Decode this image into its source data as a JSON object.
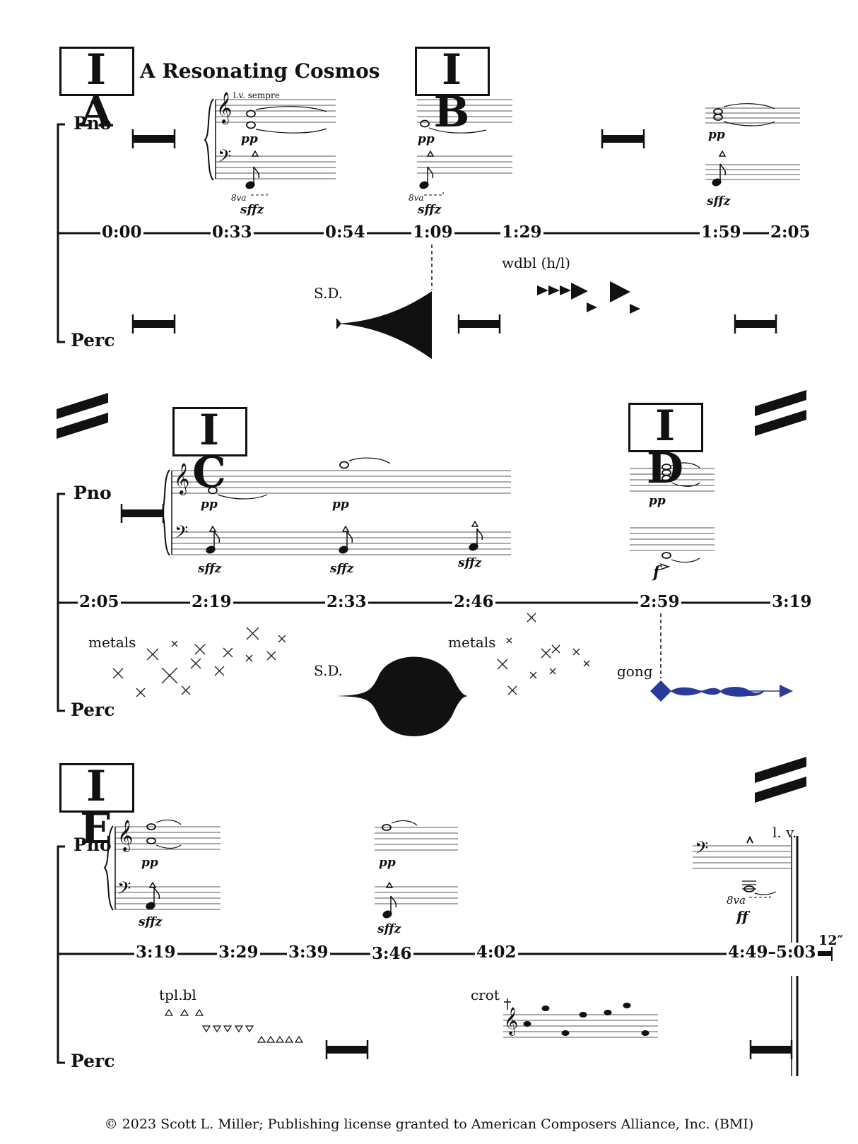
{
  "sections": [
    {
      "id": "IA",
      "label": "I A",
      "title": "A Resonating Cosmos"
    },
    {
      "id": "IB",
      "label": "I B"
    },
    {
      "id": "IC",
      "label": "I C"
    },
    {
      "id": "ID",
      "label": "I D"
    },
    {
      "id": "IE",
      "label": "I E"
    }
  ],
  "instruments": {
    "piano": "Pno",
    "percussion": "Perc"
  },
  "systems": [
    {
      "timeline": [
        "0:00",
        "0:33",
        "0:54",
        "1:09",
        "1:29",
        "1:59",
        "2:05"
      ],
      "piano_notes": {
        "lv": "l.v. sempre",
        "dyn1": "pp",
        "dyn2": "sffz",
        "octave": "8va",
        "dyn3": "pp",
        "dyn4": "sffz",
        "octave2": "8va",
        "dyn5": "pp",
        "dyn6": "sffz"
      },
      "perc_labels": {
        "sd": "S.D.",
        "wdbl": "wdbl (h/l)"
      }
    },
    {
      "timeline": [
        "2:05",
        "2:19",
        "2:33",
        "2:46",
        "2:59",
        "3:19"
      ],
      "piano_notes": {
        "dyn1": "pp",
        "dyn2": "pp",
        "dyn3": "sffz",
        "dyn4": "sffz",
        "dyn5": "sffz",
        "dyn6": "pp",
        "dyn7": "f"
      },
      "perc_labels": {
        "metals1": "metals",
        "sd": "S.D.",
        "metals2": "metals",
        "gong": "gong"
      }
    },
    {
      "timeline": [
        "3:19",
        "3:29",
        "3:39",
        "3:46",
        "4:02",
        "4:49–5:03"
      ],
      "duration": "12″",
      "piano_notes": {
        "dyn1": "pp",
        "dyn2": "sffz",
        "dyn3": "pp",
        "dyn4": "sffz",
        "lv": "l. v.",
        "octave": "8va",
        "dyn5": "ff"
      },
      "perc_labels": {
        "tpl": "tpl.bl",
        "crot": "crot"
      }
    }
  ],
  "colors": {
    "gong": "#2a3a9a",
    "ink": "#111111"
  },
  "copyright": "© 2023 Scott L. Miller; Publishing license granted to American Composers Alliance, Inc. (BMI)"
}
